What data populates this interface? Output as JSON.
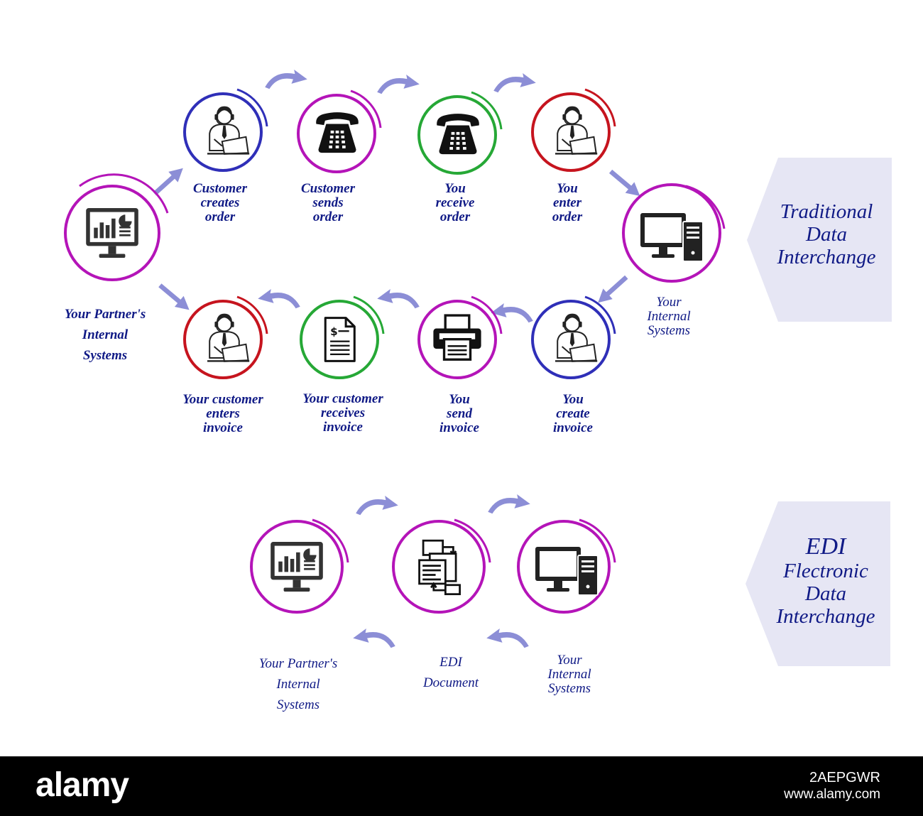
{
  "colors": {
    "blue": "#2f2fb8",
    "purple": "#b414b8",
    "green": "#26a836",
    "red": "#c6141e",
    "arrow": "#8c8ed6",
    "text": "#101a86",
    "panel": "#e6e6f4"
  },
  "traditional": {
    "panel_lines": [
      "Traditional",
      "Data",
      "Interchange"
    ],
    "nodes": [
      {
        "key": "partner",
        "icon": "monitor-chart-icon",
        "ring": "purple",
        "lines": [
          "Your Partner's",
          "Internal",
          "Systems"
        ]
      },
      {
        "key": "customer-creates",
        "icon": "operator-laptop-icon",
        "ring": "blue",
        "lines": [
          "Customer",
          "creates",
          "order"
        ]
      },
      {
        "key": "customer-sends",
        "icon": "telephone-icon",
        "ring": "purple",
        "lines": [
          "Customer",
          "sends",
          "order"
        ]
      },
      {
        "key": "you-receive",
        "icon": "telephone-icon",
        "ring": "green",
        "lines": [
          "You",
          "receive",
          "order"
        ]
      },
      {
        "key": "you-enter",
        "icon": "operator-laptop-icon",
        "ring": "red",
        "lines": [
          "You",
          "enter",
          "order"
        ]
      },
      {
        "key": "your-internal",
        "icon": "desktop-computer-icon",
        "ring": "purple",
        "lines": [
          "Your",
          "Internal",
          "Systems"
        ]
      },
      {
        "key": "you-create",
        "icon": "operator-laptop-icon",
        "ring": "blue",
        "lines": [
          "You",
          "create",
          "invoice"
        ]
      },
      {
        "key": "you-send",
        "icon": "printer-icon",
        "ring": "purple",
        "lines": [
          "You",
          "send",
          "invoice"
        ]
      },
      {
        "key": "customer-receives",
        "icon": "invoice-document-icon",
        "ring": "green",
        "lines": [
          "Your customer",
          "receives",
          "invoice"
        ]
      },
      {
        "key": "customer-enters",
        "icon": "operator-laptop-icon",
        "ring": "red",
        "lines": [
          "Your customer",
          "enters",
          "invoice"
        ]
      }
    ]
  },
  "edi": {
    "panel_lines": [
      "EDI",
      "Flectronic",
      "Data",
      "Interchange"
    ],
    "nodes": [
      {
        "key": "partner",
        "icon": "monitor-chart-icon",
        "ring": "purple",
        "lines": [
          "Your Partner's",
          "Internal",
          "Systems"
        ]
      },
      {
        "key": "document",
        "icon": "edi-document-icon",
        "ring": "purple",
        "lines": [
          "EDI",
          "Document"
        ]
      },
      {
        "key": "internal",
        "icon": "desktop-computer-icon",
        "ring": "purple",
        "lines": [
          "Your",
          "Internal",
          "Systems"
        ]
      }
    ]
  },
  "stock_bar": {
    "logo": "alamy",
    "image_id": "2AEPGWR",
    "url": "www.alamy.com"
  }
}
